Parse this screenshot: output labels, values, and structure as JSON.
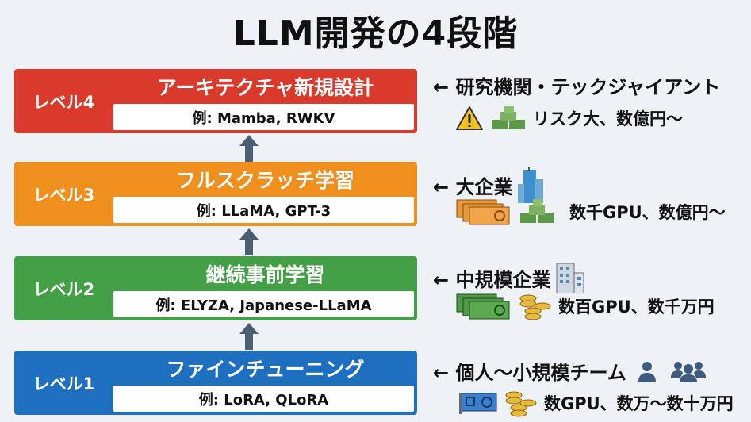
{
  "title": "LLM開発の4段階",
  "levels": [
    {
      "label": "レベル4",
      "name": "アーキテクチャ新規設計",
      "example": "例: Mamba, RWKV",
      "color": "#d93a2b"
    },
    {
      "label": "レベル3",
      "name": "フルスクラッチ学習",
      "example": "例: LLaMA, GPT-3",
      "color": "#ef8f1d"
    },
    {
      "label": "レベル2",
      "name": "継続事前学習",
      "example": "例: ELYZA, Japanese-LLaMA",
      "color": "#43a047"
    },
    {
      "label": "レベル1",
      "name": "ファインチューニング",
      "example": "例: LoRA, QLoRA",
      "color": "#1f6fc0"
    }
  ],
  "actors": [
    {
      "who": "← 研究機関・テックジャイアント",
      "cost": "リスク大、数億円〜"
    },
    {
      "who": "← 大企業",
      "cost": "数千GPU、数億円〜"
    },
    {
      "who": "← 中規模企業",
      "cost": "数百GPU、数千万円"
    },
    {
      "who": "← 個人〜小規模チーム",
      "cost": "数GPU、数万〜数十万円"
    }
  ]
}
